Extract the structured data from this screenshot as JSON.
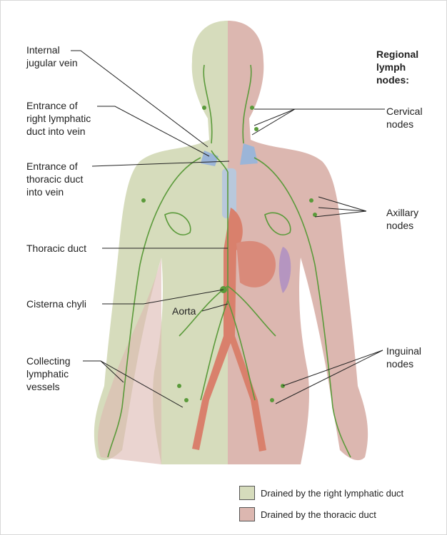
{
  "labels": {
    "internal_jugular": [
      "Internal",
      "jugular vein"
    ],
    "right_lymphatic": [
      "Entrance of",
      "right lymphatic",
      "duct into vein"
    ],
    "thoracic_entrance": [
      "Entrance of",
      "thoracic duct",
      "into vein"
    ],
    "thoracic_duct": "Thoracic duct",
    "cisterna_chyli": "Cisterna chyli",
    "aorta": "Aorta",
    "collecting": [
      "Collecting",
      "lymphatic",
      "vessels"
    ],
    "regional": [
      "Regional",
      "lymph",
      "nodes:"
    ],
    "cervical": [
      "Cervical",
      "nodes"
    ],
    "axillary": [
      "Axillary",
      "nodes"
    ],
    "inguinal": [
      "Inguinal",
      "nodes"
    ]
  },
  "legend": [
    {
      "label": "Drained by the right lymphatic duct",
      "color": "#d6dcbc"
    },
    {
      "label": "Drained by the thoracic duct",
      "color": "#dcb7b0"
    }
  ]
}
